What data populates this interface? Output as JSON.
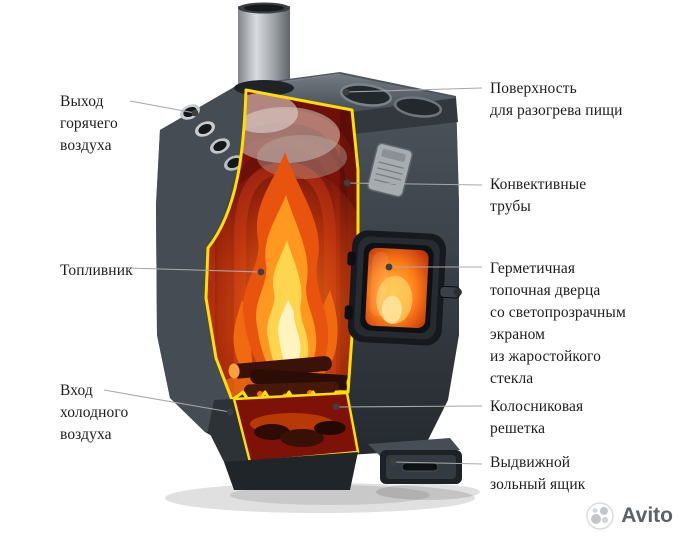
{
  "callouts": {
    "hot_air_outlet": {
      "text": "Выход\nгорячего\nвоздуха"
    },
    "firebox": {
      "text": "Топливник"
    },
    "cold_air_inlet": {
      "text": "Вход\nхолодного\nвоздуха"
    },
    "heating_surface": {
      "text": "Поверхность\nдля разогрева пищи"
    },
    "convective_pipes": {
      "text": "Конвективные\nтрубы"
    },
    "sealed_door": {
      "text": "Герметичная\nтопочная дверца\nсо светопрозрачным\nэкраном\nиз жаростойкого\nстекла"
    },
    "grate": {
      "text": "Колосниковая\nрешетка"
    },
    "ash_drawer": {
      "text": "Выдвижной\nзольный ящик"
    }
  },
  "watermark": {
    "brand": "Avito"
  },
  "colors": {
    "cut_edge_highlight": "#ffde00",
    "stove_body": "#3a4048",
    "interior_red": "#6e1009",
    "flame_core": "#fff4c0",
    "callout_line": "#a8a8a8",
    "callout_dot": "#3f3f3f",
    "label_text": "#1d1d1d"
  }
}
